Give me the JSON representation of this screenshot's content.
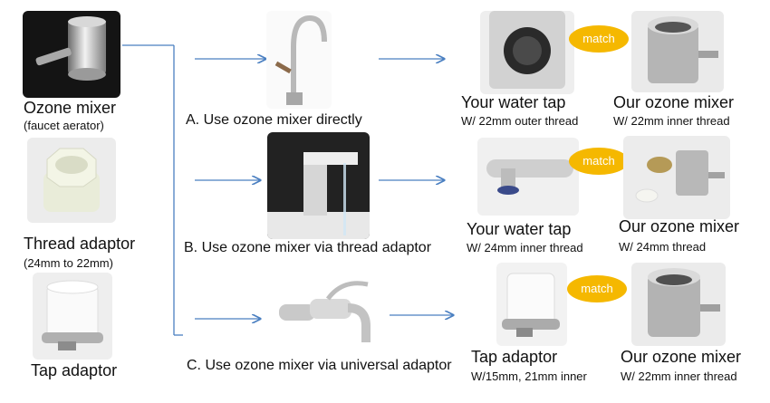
{
  "sources": {
    "ozone_mixer": {
      "title": "Ozone mixer",
      "subtitle": "(faucet aerator)"
    },
    "thread_adaptor": {
      "title": "Thread adaptor",
      "subtitle": "(24mm to 22mm)"
    },
    "tap_adaptor": {
      "title": "Tap adaptor"
    }
  },
  "options": [
    {
      "caption": "A. Use ozone mixer directly"
    },
    {
      "caption": "B. Use ozone mixer via thread adaptor"
    },
    {
      "caption": "C. Use ozone mixer via universal adaptor"
    }
  ],
  "results": [
    {
      "left_title": "Your water tap",
      "left_sub": "W/ 22mm outer thread",
      "right_title": "Our ozone mixer",
      "right_sub": "W/ 22mm inner thread",
      "badge": "match"
    },
    {
      "left_title": "Your water tap",
      "left_sub": "W/ 24mm inner thread",
      "right_title": "Our ozone mixer",
      "right_sub": "W/ 24mm  thread",
      "badge": "match"
    },
    {
      "left_title": "Tap adaptor",
      "left_sub": "W/15mm, 21mm inner",
      "right_title": "Our ozone mixer",
      "right_sub": "W/ 22mm inner thread",
      "badge": "match"
    }
  ],
  "colors": {
    "arrow": "#4a7fc1",
    "badge": "#f5b800"
  }
}
